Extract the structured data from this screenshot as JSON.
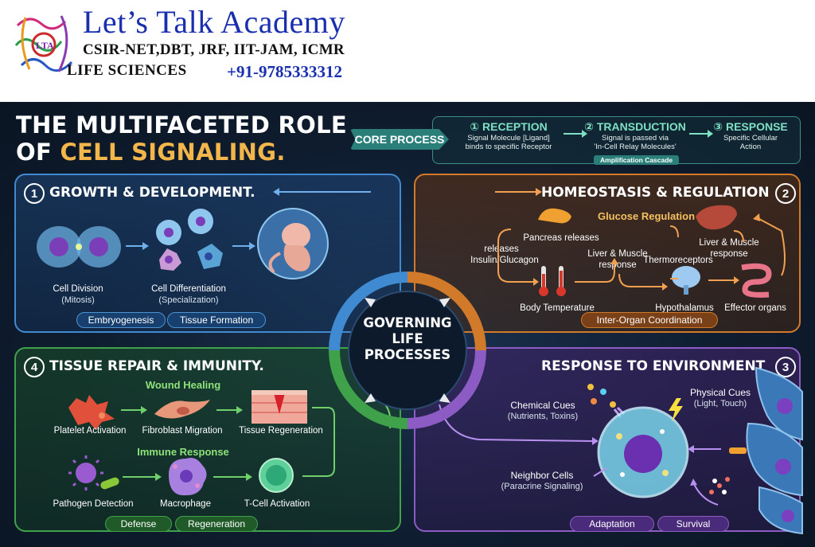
{
  "header": {
    "academy_title": "Let’s Talk Academy",
    "exams": "CSIR-NET,DBT, JRF, IIT-JAM, ICMR",
    "life_sciences": "LIFE SCIENCES",
    "phone": "+91-9785333312",
    "logo_text": "LTA"
  },
  "title": {
    "line1": "THE MULTIFACETED ROLE",
    "line2_prefix": "OF ",
    "line2_accent": "CELL SIGNALING."
  },
  "core_process": {
    "label": "CORE PROCESS",
    "steps": [
      {
        "title": "① RECEPTION",
        "desc1": "Signal Molecule [Ligand]",
        "desc2": "binds to specific Receptor"
      },
      {
        "title": "② TRANSDUCTION",
        "desc1": "Signal is passed via",
        "desc2": "'In-Cell Relay Molecules'"
      },
      {
        "title": "③ RESPONSE",
        "desc1": "Specific Cellular",
        "desc2": "Action"
      }
    ],
    "amplification": "Amplification Cascade"
  },
  "center": {
    "line1": "GOVERNING",
    "line2": "LIFE",
    "line3": "PROCESSES"
  },
  "growth": {
    "number": "1",
    "title": "GROWTH & DEVELOPMENT.",
    "division": "Cell Division",
    "division_sub": "(Mitosis)",
    "differentiation": "Cell Differentiation",
    "differentiation_sub": "(Specialization)",
    "pills": [
      "Embryogenesis",
      "Tissue Formation"
    ]
  },
  "homeostasis": {
    "number": "2",
    "title": "HOMEOSTASIS & REGULATION",
    "glucose": "Glucose Regulation",
    "pancreas": "Pancreas releases",
    "releases": "releases",
    "insulin": "Insulin/Glucagon",
    "liver1a": "Liver & Muscle",
    "liver1b": "response",
    "liver2a": "Liver & Muscle",
    "liver2b": "response",
    "thermo": "Thermoreceptors",
    "body_temp": "Body Temperature",
    "hypothalamus": "Hypothalamus",
    "effector": "Effector organs",
    "pill": "Inter-Organ Coordination"
  },
  "environment": {
    "number": "3",
    "title": "RESPONSE TO ENVIRONMENT",
    "chemical": "Chemical Cues",
    "chemical_sub": "(Nutrients, Toxins)",
    "physical": "Physical Cues",
    "physical_sub": "(Light, Touch)",
    "neighbor": "Neighbor Cells",
    "neighbor_sub": "(Paracrine Signaling)",
    "pills": [
      "Adaptation",
      "Survival"
    ]
  },
  "repair": {
    "number": "4",
    "title": "TISSUE REPAIR & IMMUNITY.",
    "wound": "Wound Healing",
    "platelet": "Platelet Activation",
    "fibroblast": "Fibroblast Migration",
    "regeneration": "Tissue Regeneration",
    "immune": "Immune Response",
    "pathogen": "Pathogen Detection",
    "macrophage": "Macrophage",
    "tcell": "T-Cell Activation",
    "pills": [
      "Defense",
      "Regeneration"
    ]
  },
  "colors": {
    "growth": "#3f8ad0",
    "homeostasis": "#d07a2a",
    "environment": "#8c5cc4",
    "repair": "#3fa24a",
    "accent": "#f2b64a",
    "brand": "#1a2fb0"
  }
}
